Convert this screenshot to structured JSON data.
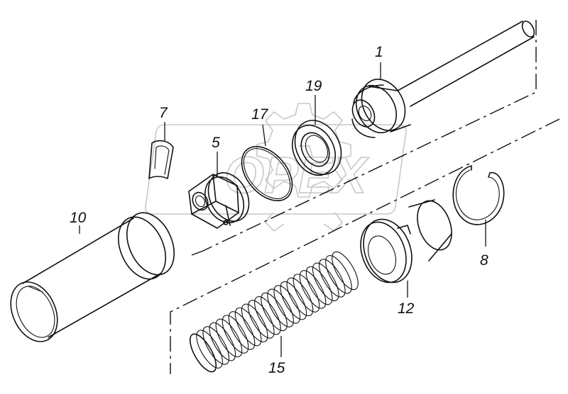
{
  "watermark": {
    "text": "OPEX"
  },
  "callouts": [
    {
      "id": "part-1",
      "label": "1"
    },
    {
      "id": "part-5",
      "label": "5"
    },
    {
      "id": "part-7",
      "label": "7"
    },
    {
      "id": "part-8",
      "label": "8"
    },
    {
      "id": "part-10",
      "label": "10"
    },
    {
      "id": "part-12",
      "label": "12"
    },
    {
      "id": "part-15",
      "label": "15"
    },
    {
      "id": "part-17",
      "label": "17"
    },
    {
      "id": "part-19",
      "label": "19"
    }
  ]
}
